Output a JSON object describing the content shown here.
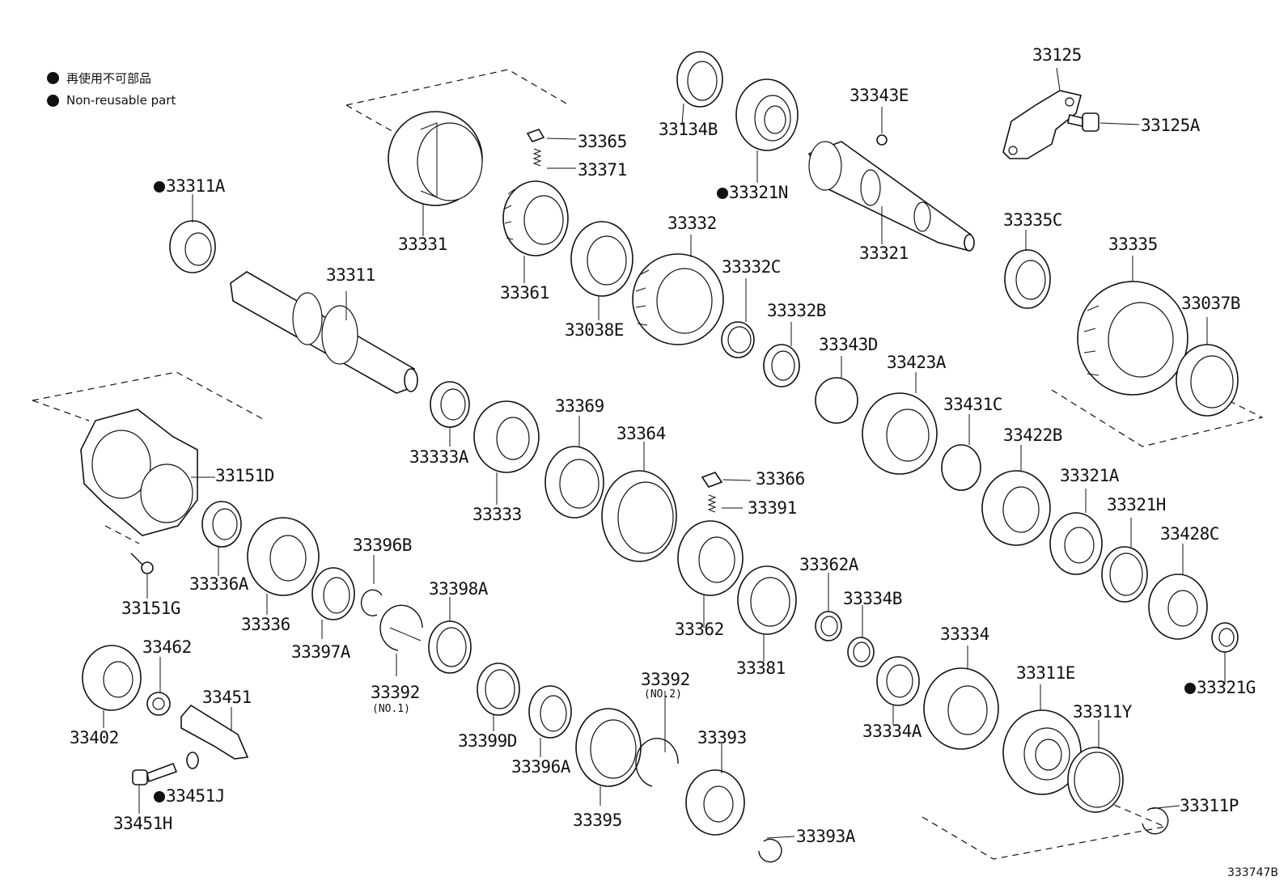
{
  "legend": {
    "items": [
      {
        "text": "再使用不可部品"
      },
      {
        "text": "Non-reusable part"
      }
    ]
  },
  "drawing_number": "333747B",
  "labels": {
    "p33125": "33125",
    "p33125A": "33125A",
    "p33134B": "33134B",
    "p33343E": "33343E",
    "p33365": "33365",
    "p33371": "33371",
    "p33311A": "33311A",
    "p33321N": "33321N",
    "p33331": "33331",
    "p33332": "33332",
    "p33321": "33321",
    "p33335C": "33335C",
    "p33335": "33335",
    "p33311": "33311",
    "p33361": "33361",
    "p33332C": "33332C",
    "p33038E": "33038E",
    "p33332B": "33332B",
    "p33037B": "33037B",
    "p33343D": "33343D",
    "p33423A": "33423A",
    "p33369": "33369",
    "p33431C": "33431C",
    "p33364": "33364",
    "p33422B": "33422B",
    "p33333A": "33333A",
    "p33151D": "33151D",
    "p33366": "33366",
    "p33321A": "33321A",
    "p33333": "33333",
    "p33391": "33391",
    "p33321H": "33321H",
    "p33428C": "33428C",
    "p33396B": "33396B",
    "p33362A": "33362A",
    "p33336A": "33336A",
    "p33398A": "33398A",
    "p33151G": "33151G",
    "p33334B": "33334B",
    "p33336": "33336",
    "p33362": "33362",
    "p33334": "33334",
    "p33462": "33462",
    "p33397A": "33397A",
    "p33381": "33381",
    "p33321G": "33321G",
    "p33311E": "33311E",
    "p33451": "33451",
    "p33392_1": "33392",
    "p33392_1_note": "(NO.1)",
    "p33392_2": "33392",
    "p33392_2_note": "(NO.2)",
    "p33311Y": "33311Y",
    "p33334A": "33334A",
    "p33402": "33402",
    "p33399D": "33399D",
    "p33393": "33393",
    "p33396A": "33396A",
    "p33451J": "33451J",
    "p33395": "33395",
    "p33311P": "33311P",
    "p33451H": "33451H",
    "p33393A": "33393A"
  }
}
